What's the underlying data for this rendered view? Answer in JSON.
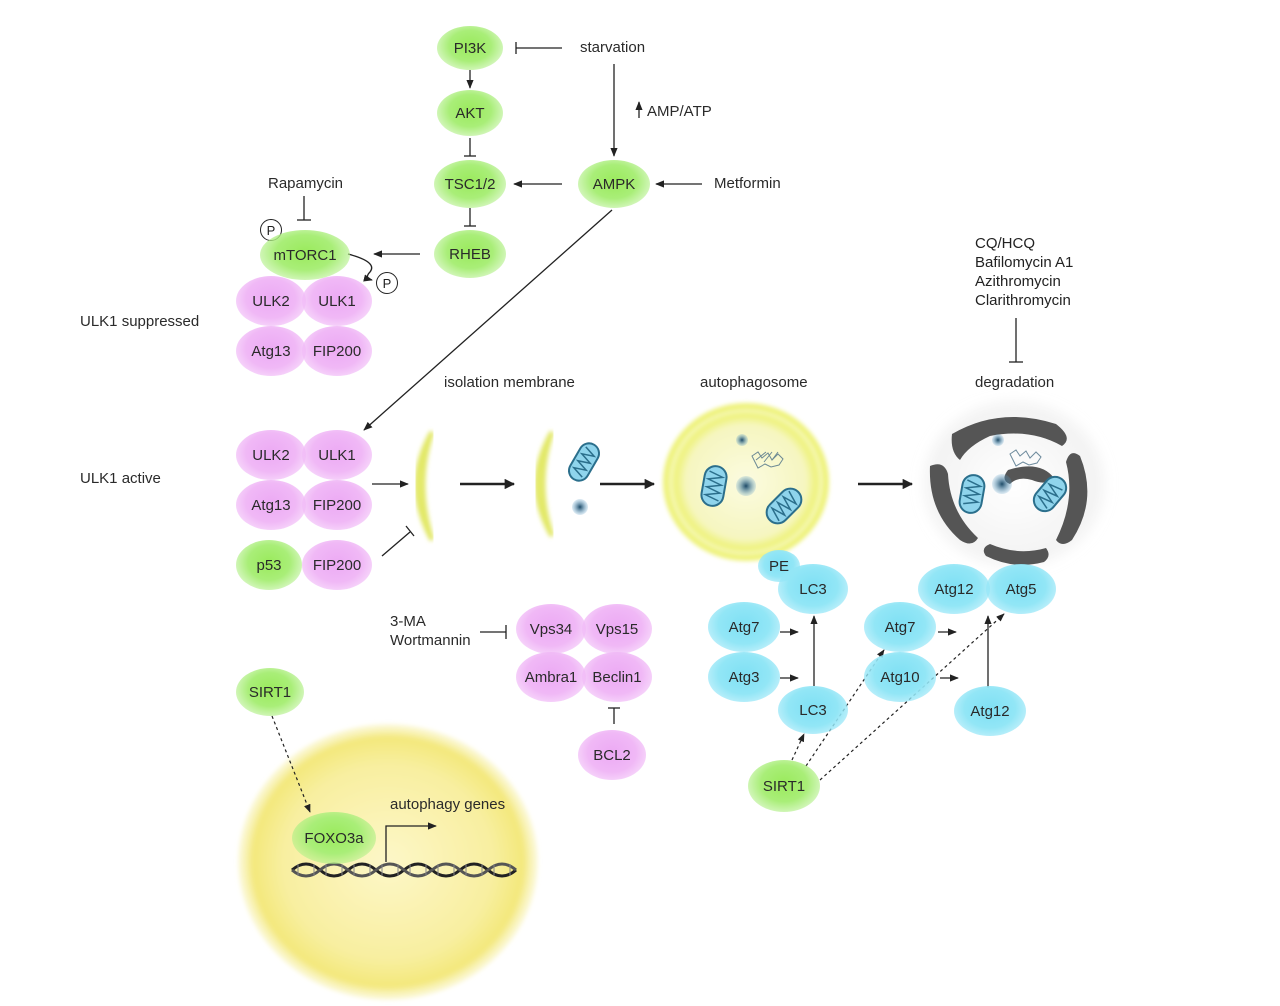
{
  "nodes": {
    "pi3k": "PI3K",
    "akt": "AKT",
    "tsc": "TSC1/2",
    "rheb": "RHEB",
    "ampk": "AMPK",
    "mtorc1": "mTORC1",
    "ulk2_a": "ULK2",
    "ulk1_a": "ULK1",
    "atg13_a": "Atg13",
    "fip200_a": "FIP200",
    "ulk2_b": "ULK2",
    "ulk1_b": "ULK1",
    "atg13_b": "Atg13",
    "fip200_b": "FIP200",
    "p53": "p53",
    "fip200_c": "FIP200",
    "vps34": "Vps34",
    "vps15": "Vps15",
    "ambra1": "Ambra1",
    "beclin1": "Beclin1",
    "bcl2": "BCL2",
    "sirt1_a": "SIRT1",
    "foxo3a": "FOXO3a",
    "sirt1_b": "SIRT1",
    "pe": "PE",
    "lc3_a": "LC3",
    "atg7_a": "Atg7",
    "atg3": "Atg3",
    "lc3_b": "LC3",
    "atg12_a": "Atg12",
    "atg5": "Atg5",
    "atg7_b": "Atg7",
    "atg10": "Atg10",
    "atg12_b": "Atg12"
  },
  "labels": {
    "starvation": "starvation",
    "amp_atp": "AMP/ATP",
    "metformin": "Metformin",
    "rapamycin": "Rapamycin",
    "ulk1_suppressed": "ULK1 suppressed",
    "ulk1_active": "ULK1 active",
    "isolation_membrane": "isolation membrane",
    "autophagosome": "autophagosome",
    "degradation": "degradation",
    "inhibitor_3ma": "3-MA",
    "wortmannin": "Wortmannin",
    "autophagy_genes": "autophagy genes",
    "phospho": "P"
  },
  "lysosome_drugs": [
    "CQ/HCQ",
    "Bafilomycin A1",
    "Azithromycin",
    "Clarithromycin"
  ],
  "colors": {
    "green_node": "#9aea5c",
    "pink_node": "#ecaaf4",
    "blue_node": "#7fe0f4",
    "membrane": "#eef27a",
    "nucleus": "#f6eea0",
    "lysosome": "#4a4a4a",
    "mitochondria": "#5fb8d8"
  }
}
